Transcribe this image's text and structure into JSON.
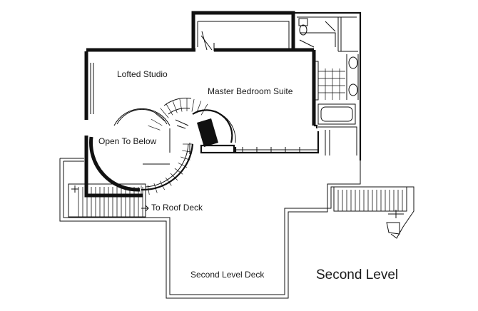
{
  "plan": {
    "rooms": {
      "lofted_studio": "Lofted Studio",
      "master_bedroom": "Master Bedroom Suite",
      "open_to_below": "Open To Below",
      "to_roof_deck": "To Roof Deck",
      "second_level_deck": "Second Level Deck"
    },
    "level_title": "Second Level"
  }
}
